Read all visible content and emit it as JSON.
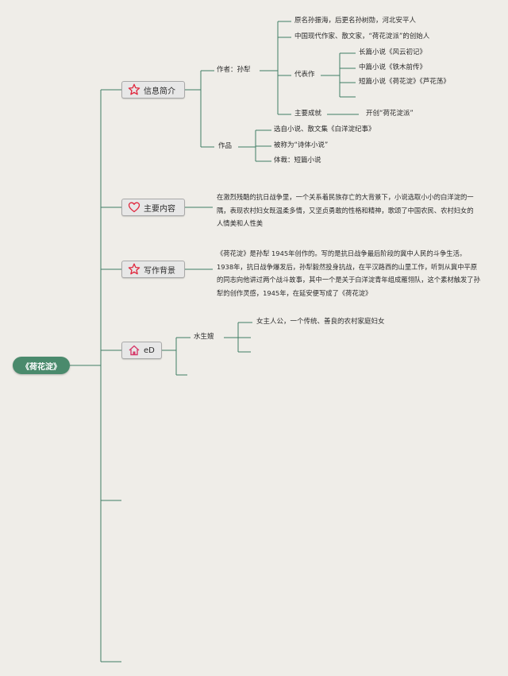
{
  "root": {
    "title": "《荷花淀》"
  },
  "branches": {
    "info": {
      "label": "信息简介",
      "author": {
        "label": "作者：孙犁",
        "items": [
          "原名孙振海，后更名孙树勋，河北安平人",
          "中国现代作家、散文家，“荷花淀派”的创始人"
        ],
        "works": {
          "label": "代表作",
          "items": [
            "长篇小说《风云初记》",
            "中篇小说《铁木前传》",
            "短篇小说《荷花淀》《芦花荡》"
          ]
        },
        "achievement": {
          "label": "主要成就",
          "value": "开创“荷花淀派”"
        }
      },
      "work": {
        "label": "作品",
        "items": [
          "选自小说、散文集《白洋淀纪事》",
          "被称为“诗体小说”",
          "体裁：短篇小说"
        ]
      }
    },
    "content": {
      "label": "主要内容",
      "text": "在激烈残酷的抗日战争里，一个关系着民族存亡的大背景下，小说选取小小的白洋淀的一隅，表现农村妇女既温柔多情，又坚贞勇敢的性格和精神，歌颂了中国农民、农村妇女的人情美和人性美"
    },
    "background": {
      "label": "写作背景",
      "text": "《荷花淀》是孙犁 1945年创作的。写的是抗日战争最后阶段的冀中人民的斗争生活。1938年，抗日战争爆发后，孙犁毅然投身抗战，在平汉路西的山里工作，听到从冀中平原的同志向他讲过两个战斗故事，其中一个是关于白洋淀青年组成雁翎队，这个素材触发了孙犁的创作灵感，1945年，在延安便写成了《荷花淀》"
    },
    "characters": {
      "label": "eD",
      "character": {
        "name": "水生嫂",
        "items": [
          "女主人公，一个传统、善良的农村家庭妇女"
        ]
      }
    }
  },
  "colors": {
    "line": "#3f7d64",
    "root": "#4a8a6c",
    "icon_red": "#e0263c",
    "icon_pink": "#d63a6a"
  }
}
